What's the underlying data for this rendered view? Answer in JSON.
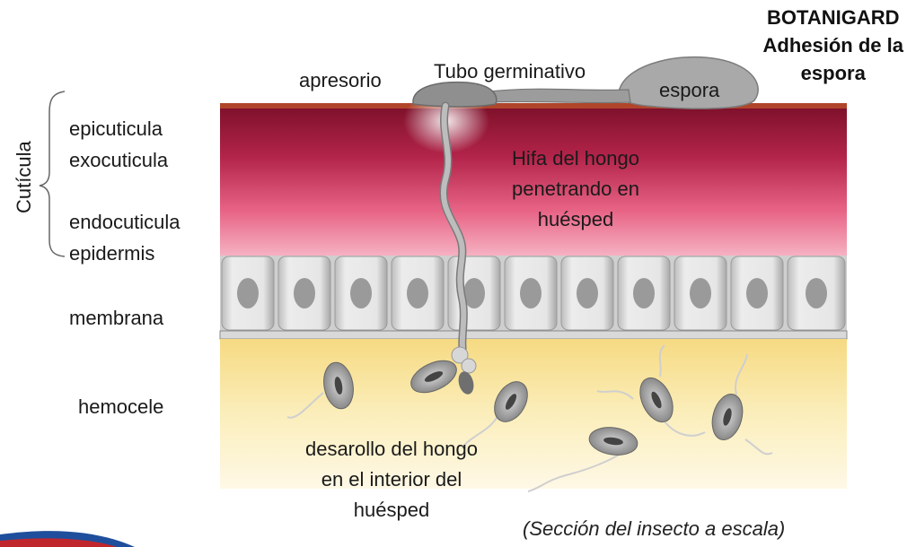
{
  "title": {
    "line1": "BOTANIGARD",
    "line2": "Adhesión de la",
    "line3": "espora"
  },
  "labels": {
    "apresorio": "apresorio",
    "tubo_germinativo": "Tubo germinativo",
    "espora": "espora",
    "cuticula": "Cutícula",
    "epicuticula": "epicuticula",
    "exocuticula": "exocuticula",
    "endocuticula": "endocuticula",
    "epidermis": "epidermis",
    "membrana": "membrana",
    "hemocele": "hemocele",
    "hifa_line1": "Hifa del hongo",
    "hifa_line2": "penetrando en",
    "hifa_line3": "huésped",
    "desarollo_line1": "desarollo del hongo",
    "desarollo_line2": "en el interior del",
    "desarollo_line3": "huésped"
  },
  "caption": "(Sección del insecto a escala)",
  "colors": {
    "cuticle_top": "#8c1230",
    "cuticle_bottom": "#f07a98",
    "hemocoel_top": "#f7e29a",
    "hemocoel_bottom": "#fdf6dc",
    "cell_fill": "#e3e3e3",
    "nucleus": "#9a9a9a",
    "fungus": "#9c9c9c"
  }
}
